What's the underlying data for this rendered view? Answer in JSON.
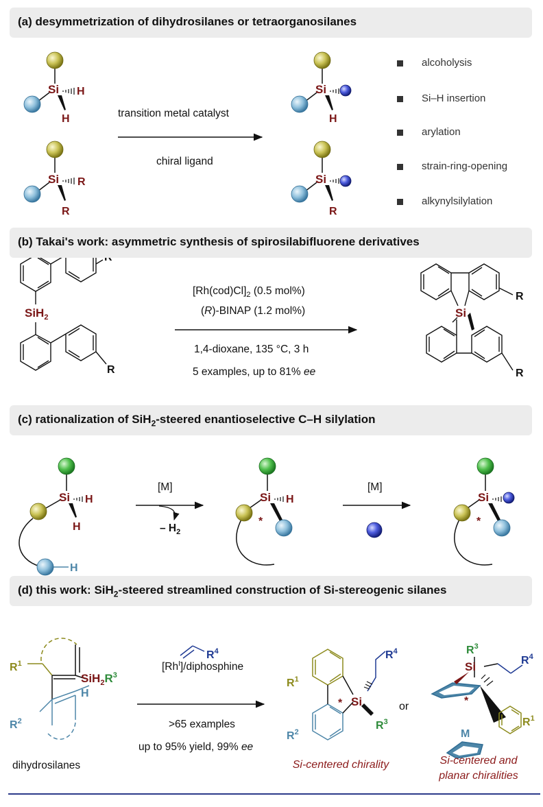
{
  "panels": {
    "a": {
      "title": "(a) desymmetrization of dihydrosilanes or tetraorganosilanes",
      "above_arrow": "transition metal catalyst",
      "below_arrow": "chiral ligand",
      "methods": [
        "alcoholysis",
        "Si–H insertion",
        "arylation",
        "strain-ring-opening",
        "alkynylsilylation"
      ]
    },
    "b": {
      "title": "(b) Takai's work: asymmetric synthesis of spirosilabifluorene derivatives",
      "reagent1": "[Rh(cod)Cl]",
      "reagent1_sub": "2",
      "reagent1_amt": " (0.5 mol%)",
      "reagent2_pre": "(",
      "reagent2_R": "R",
      "reagent2_post": ")-BINAP (1.2 mol%)",
      "conditions": "1,4-dioxane, 135 °C, 3 h",
      "scope_pre": "5 examples, up to 81% ",
      "scope_ee": "ee"
    },
    "c": {
      "title_pre": "(c) rationalization of SiH",
      "title_sub": "2",
      "title_post": "-steered enantioselective C–H silylation",
      "step1_reagent": "[M]",
      "step1_byproduct": "– H",
      "step1_byproduct_sub": "2",
      "step2_reagent": "[M]"
    },
    "d": {
      "title_pre": "(d) this work: SiH",
      "title_sub": "2",
      "title_post": "-steered streamlined construction of Si-stereogenic silanes",
      "catalyst_pre": "[Rh",
      "catalyst_sup": "I",
      "catalyst_post": "]/diphosphine",
      "examples": ">65 examples",
      "yield_pre": "up to 95% yield, 99% ",
      "yield_ee": "ee",
      "or": "or",
      "substrate_label": "dihydrosilanes",
      "product1_label": "Si-centered chirality",
      "product2_label_line1": "Si-centered and",
      "product2_label_line2": "planar chiralities",
      "metal": "M"
    }
  },
  "colors": {
    "silicon": "#7a1616",
    "olive": "#8c8a1c",
    "steel_blue": "#4d86a8",
    "green": "#2e8b3a",
    "navy": "#1f3a93",
    "bullet": "#333333"
  }
}
